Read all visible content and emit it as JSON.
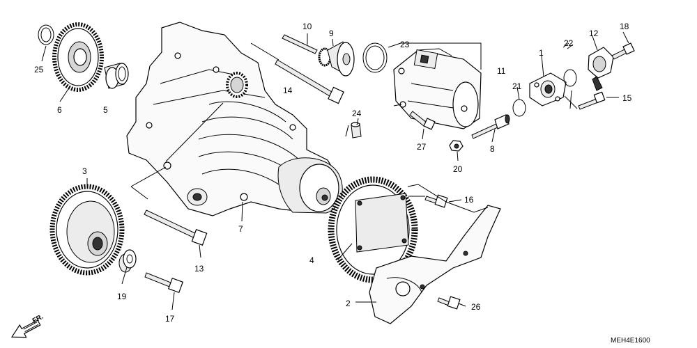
{
  "diagram": {
    "code": "MEH4E1600",
    "direction_label": "FR.",
    "callouts": {
      "n1": "1",
      "n2": "2",
      "n3": "3",
      "n4": "4",
      "n5": "5",
      "n6": "6",
      "n7": "7",
      "n8": "8",
      "n9": "9",
      "n10": "10",
      "n11": "11",
      "n12": "12",
      "n13": "13",
      "n14": "14",
      "n15": "15",
      "n16": "16",
      "n17": "17",
      "n18": "18",
      "n19": "19",
      "n20": "20",
      "n21": "21",
      "n22": "22",
      "n23": "23",
      "n24": "24",
      "n25": "25",
      "n26": "26",
      "n27": "27"
    }
  }
}
